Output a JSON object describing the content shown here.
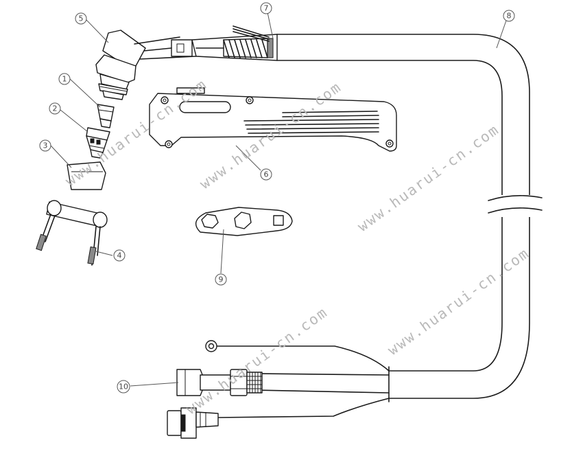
{
  "watermark": {
    "text": "www.huarui-cn.com",
    "color": "#b9b9b9"
  },
  "callouts": {
    "c1": "1",
    "c2": "2",
    "c3": "3",
    "c4": "4",
    "c5": "5",
    "c6": "6",
    "c7": "7",
    "c8": "8",
    "c9": "9",
    "c10": "10"
  },
  "colors": {
    "line": "#1a1a1a",
    "leader": "#555555",
    "background": "#ffffff"
  }
}
